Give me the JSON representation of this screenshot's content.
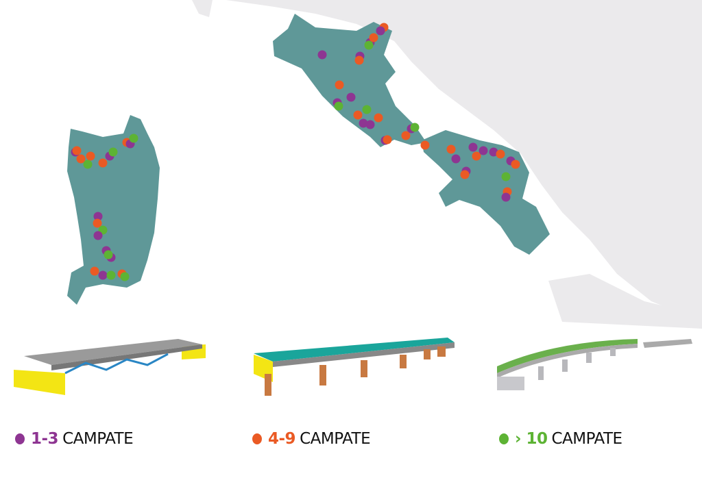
{
  "colors": {
    "region": "#5f9898",
    "land": "#ebeaec",
    "span_1_3": "#8e3592",
    "span_4_9": "#ea5a24",
    "span_10_plus": "#5db334"
  },
  "legend": [
    {
      "range": "1-3",
      "label": "CAMPATE",
      "color": "#8e3592"
    },
    {
      "range": "4-9",
      "label": "CAMPATE",
      "color": "#ea5a24"
    },
    {
      "range": "› 10",
      "label": "CAMPATE",
      "color": "#5db334"
    }
  ]
}
